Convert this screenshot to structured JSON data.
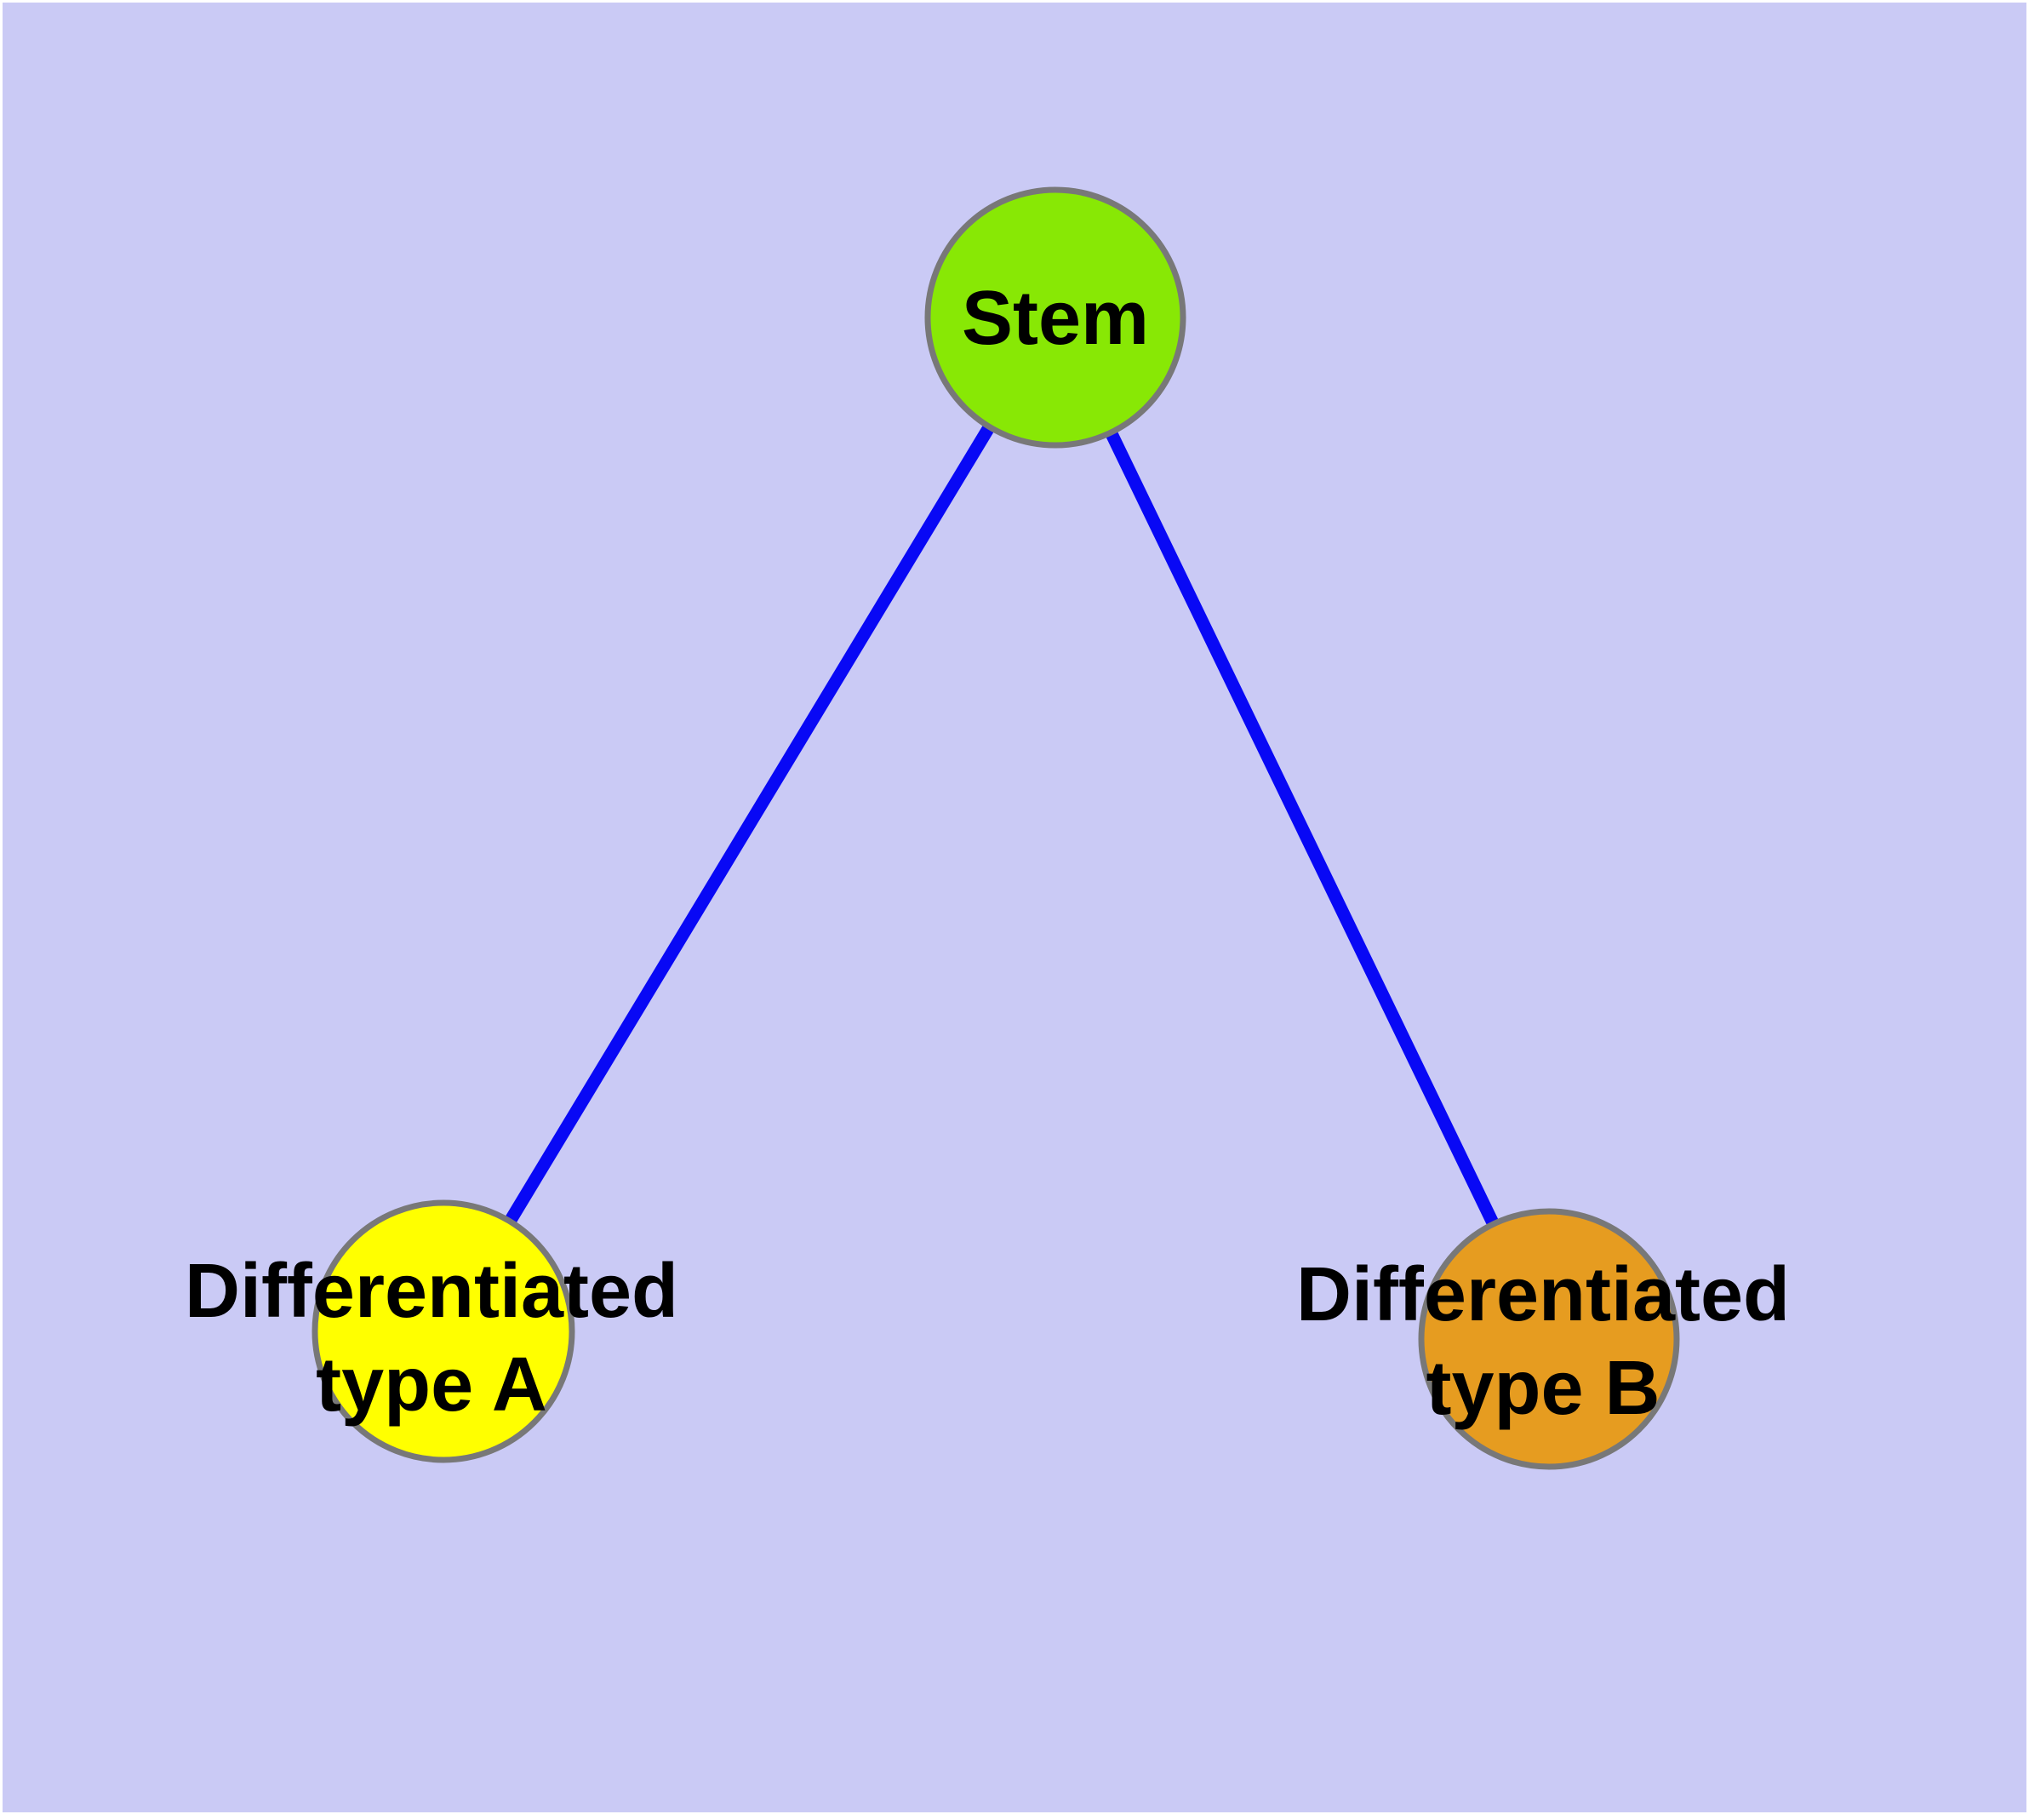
{
  "diagram": {
    "background_color": "#CACAF5",
    "frame_color": "#FFFFFF",
    "edge_color": "#0808F5",
    "node_border_color": "#787878",
    "nodes": {
      "stem": {
        "label": "Stem",
        "color": "#88E805"
      },
      "type_a": {
        "label_line1": "Differentiated",
        "label_line2": "type A",
        "color": "#FFFF00"
      },
      "type_b": {
        "label_line1": "Differentiated",
        "label_line2": "type B",
        "color": "#E69C20"
      }
    },
    "edges": [
      {
        "from": "Stem",
        "to": "Differentiated type A"
      },
      {
        "from": "Stem",
        "to": "Differentiated type B"
      }
    ]
  }
}
